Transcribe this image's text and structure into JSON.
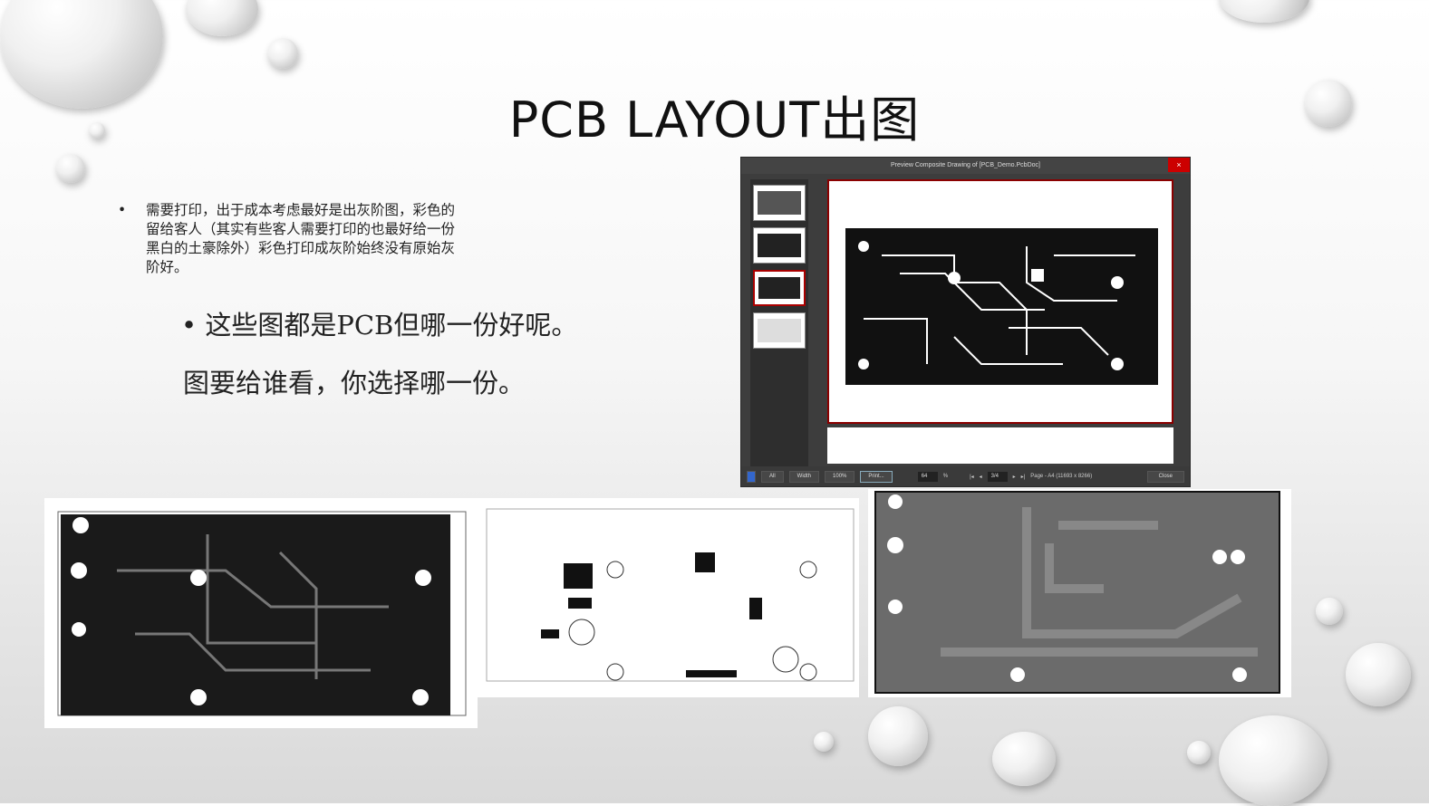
{
  "slide": {
    "title": "PCB LAYOUT出图",
    "bullet1": "需要打印，出于成本考虑最好是出灰阶图，彩色的留给客人（其实有些客人需要打印的也最好给一份黑白的土豪除外）彩色打印成灰阶始终没有原始灰阶好。",
    "bullet_mark": "•",
    "bullet2": "这些图都是PCB但哪一份好呢。",
    "line3": "图要给谁看，你选择哪一份。"
  },
  "preview": {
    "title": "Preview Composite Drawing of [PCB_Demo.PcbDoc]",
    "close_x": "×",
    "toolbar": {
      "all": "All",
      "width": "Width",
      "zoom100": "100%",
      "print": "Print...",
      "zoom_value": "64",
      "zoom_unit": "%",
      "page": "3/4",
      "page_info": "Page - A4 (11693 x 8266)",
      "close": "Close"
    }
  },
  "colors": {
    "window": "#3d3d3d",
    "close": "#cc0000",
    "page_border": "#8b0000"
  }
}
